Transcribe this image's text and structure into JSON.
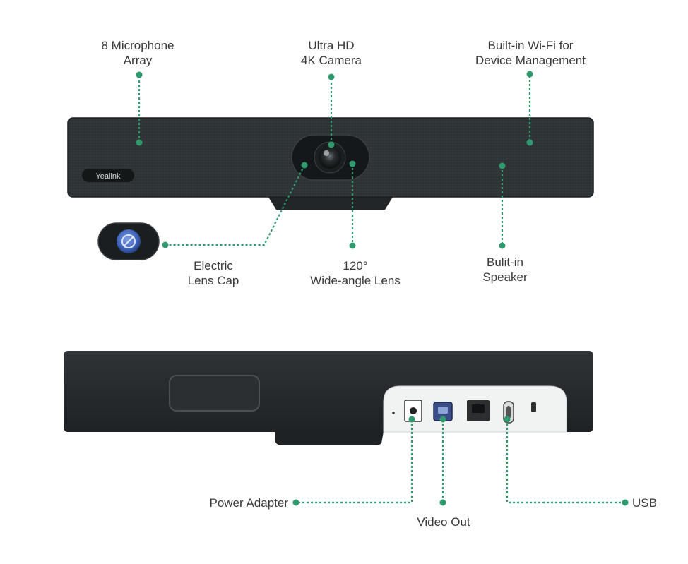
{
  "brand": {
    "logo_text": "Yealink"
  },
  "accent_color": "#2f9a6e",
  "front_view": {
    "callouts": [
      {
        "id": "mic",
        "lines": [
          "8 Microphone",
          "Array"
        ]
      },
      {
        "id": "camera",
        "lines": [
          "Ultra HD",
          "4K Camera"
        ]
      },
      {
        "id": "wifi",
        "lines": [
          "Built-in Wi-Fi for",
          "Device Management"
        ]
      },
      {
        "id": "lenscap",
        "lines": [
          "Electric",
          "Lens Cap"
        ]
      },
      {
        "id": "lens",
        "lines": [
          "120°",
          "Wide-angle Lens"
        ]
      },
      {
        "id": "speaker",
        "lines": [
          "Bulit-in",
          "Speaker"
        ]
      }
    ]
  },
  "rear_view": {
    "callouts": [
      {
        "id": "power",
        "lines": [
          "Power Adapter"
        ]
      },
      {
        "id": "video",
        "lines": [
          "Video Out"
        ]
      },
      {
        "id": "usb",
        "lines": [
          "USB"
        ]
      }
    ]
  }
}
